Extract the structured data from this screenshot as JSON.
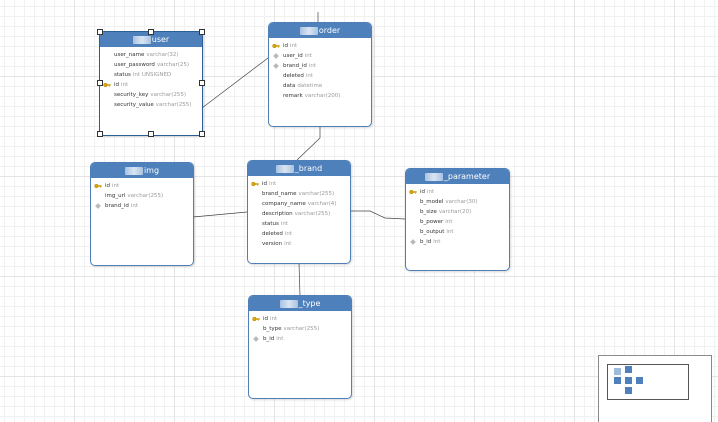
{
  "entities": {
    "user": {
      "title": "user",
      "fields": [
        {
          "name": "user_name",
          "type": "varchar(32)",
          "key": "none"
        },
        {
          "name": "user_password",
          "type": "varchar(25)",
          "key": "none"
        },
        {
          "name": "status",
          "type": "int UNSIGNED",
          "key": "none"
        },
        {
          "name": "id",
          "type": "int",
          "key": "pk"
        },
        {
          "name": "security_key",
          "type": "varchar(255)",
          "key": "none"
        },
        {
          "name": "security_value",
          "type": "varchar(255)",
          "key": "none"
        }
      ]
    },
    "order": {
      "title": "order",
      "fields": [
        {
          "name": "id",
          "type": "int",
          "key": "pk"
        },
        {
          "name": "user_id",
          "type": "int",
          "key": "fk"
        },
        {
          "name": "brand_id",
          "type": "int",
          "key": "fk"
        },
        {
          "name": "deleted",
          "type": "int",
          "key": "none"
        },
        {
          "name": "data",
          "type": "datetime",
          "key": "none"
        },
        {
          "name": "remark",
          "type": "varchar(200)",
          "key": "none"
        }
      ]
    },
    "img": {
      "title": "img",
      "fields": [
        {
          "name": "id",
          "type": "int",
          "key": "pk"
        },
        {
          "name": "img_url",
          "type": "varchar(255)",
          "key": "none"
        },
        {
          "name": "brand_id",
          "type": "int",
          "key": "fk"
        }
      ]
    },
    "brand": {
      "title": "_brand",
      "fields": [
        {
          "name": "id",
          "type": "int",
          "key": "pk"
        },
        {
          "name": "brand_name",
          "type": "varchar(255)",
          "key": "none"
        },
        {
          "name": "company_name",
          "type": "varchar(4)",
          "key": "none"
        },
        {
          "name": "description",
          "type": "varchar(255)",
          "key": "none"
        },
        {
          "name": "status",
          "type": "int",
          "key": "none"
        },
        {
          "name": "deleted",
          "type": "int",
          "key": "none"
        },
        {
          "name": "version",
          "type": "int",
          "key": "none"
        }
      ]
    },
    "parameter": {
      "title": "_parameter",
      "fields": [
        {
          "name": "id",
          "type": "int",
          "key": "pk"
        },
        {
          "name": "b_model",
          "type": "varchar(30)",
          "key": "none"
        },
        {
          "name": "b_size",
          "type": "varchar(20)",
          "key": "none"
        },
        {
          "name": "b_power",
          "type": "int",
          "key": "none"
        },
        {
          "name": "b_output",
          "type": "int",
          "key": "none"
        },
        {
          "name": "b_id",
          "type": "int",
          "key": "fk"
        }
      ]
    },
    "type": {
      "title": "_type",
      "fields": [
        {
          "name": "id",
          "type": "int",
          "key": "pk"
        },
        {
          "name": "b_type",
          "type": "varchar(255)",
          "key": "none"
        },
        {
          "name": "b_id",
          "type": "int",
          "key": "fk"
        }
      ]
    }
  },
  "icons": {
    "primary_key": "key-icon",
    "foreign_key": "diamond-icon"
  },
  "colors": {
    "header": "#4e80bb",
    "border": "#4e7fb8",
    "connector": "#444444",
    "type_text": "#9a9a9a"
  }
}
